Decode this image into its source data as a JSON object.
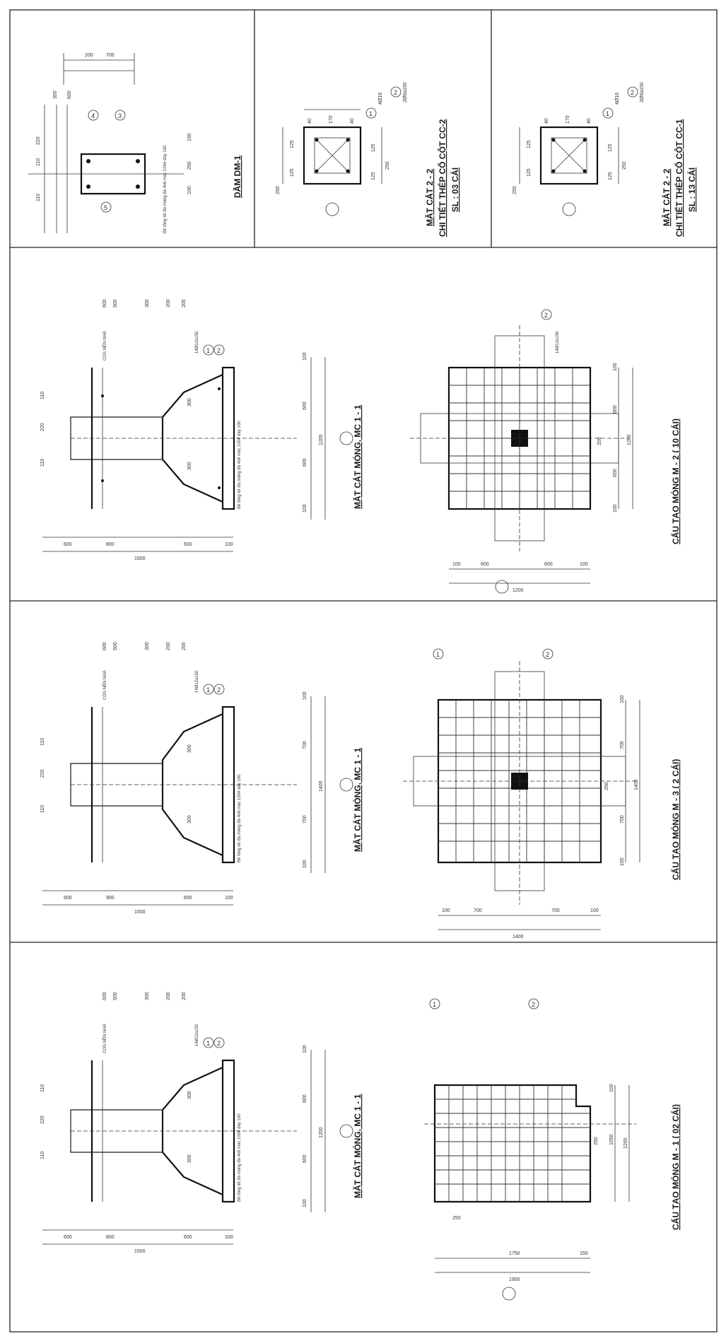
{
  "panels": {
    "dm1": {
      "title": "DẦM DM-1",
      "dims": [
        "110",
        "220",
        "110",
        "190",
        "250",
        "100",
        "300",
        "600",
        "700",
        "200"
      ],
      "bar_labels": [
        "4",
        "3",
        "5"
      ],
      "note": "Bê tông lót đá móng đá 4x6 mác 100# dày 100"
    },
    "cc2": {
      "title": "MẶT CẮT 2 - 2",
      "subtitle": "CHI TIẾT THÉP CỔ CỘT CC-2",
      "qty": "SL : 03 CÁI",
      "bars": [
        "4Ø16",
        "2Ø6a150"
      ],
      "markers": [
        "1",
        "2"
      ],
      "dims": [
        "250",
        "125",
        "125",
        "40",
        "170",
        "40",
        "250",
        "125",
        "125"
      ]
    },
    "cc1": {
      "title": "MẶT CẮT 2 - 2",
      "subtitle": "CHI TIẾT THÉP CỔ CỘT CC-1",
      "qty": "SL : 13 CÁI",
      "bars": [
        "4Ø16",
        "2Ø6a150"
      ],
      "markers": [
        "1",
        "2"
      ],
      "dims": [
        "250",
        "125",
        "125",
        "40",
        "170",
        "40",
        "250",
        "125",
        "125"
      ]
    },
    "mc11_a": {
      "section_title": "MẶT CẮT MÓNG, MC 1 - 1",
      "plan_title": "CẤU TẠO MÓNG M - 2 ( 10 CÁI)",
      "level": "COS NỀN NHÀ",
      "bar_note": "14Ø12a150",
      "note": "Bê tông lót đá móng đá 4x6 mác 100# dày 100",
      "section_dims": [
        "100",
        "600",
        "600",
        "100",
        "1200",
        "110",
        "220",
        "110",
        "600",
        "800",
        "600",
        "100",
        "1500",
        "300",
        "300",
        "600",
        "500",
        "300",
        "200",
        "200"
      ],
      "plan_dims": [
        "100",
        "600",
        "600",
        "100",
        "1200",
        "250",
        "100",
        "600",
        "600",
        "100",
        "1200"
      ],
      "markers": [
        "1",
        "2"
      ]
    },
    "mc11_b": {
      "section_title": "MẶT CẮT MÓNG, MC 1 - 1",
      "plan_title": "CẤU TẠO MÓNG M - 3 ( 2 CÁI)",
      "level": "COS NỀN NHÀ",
      "bar_note": "14Ø12a150",
      "note": "Bê tông lót đá móng đá 4x6 mác 100# dày 100",
      "section_dims": [
        "100",
        "700",
        "700",
        "100",
        "1400",
        "110",
        "220",
        "110",
        "600",
        "900",
        "600",
        "100",
        "1500",
        "300",
        "300",
        "600",
        "500",
        "300",
        "200",
        "200"
      ],
      "plan_dims": [
        "100",
        "700",
        "700",
        "100",
        "1400",
        "250",
        "100",
        "700",
        "700",
        "100",
        "1400"
      ],
      "markers": [
        "1",
        "2"
      ]
    },
    "mc11_c": {
      "section_title": "MẶT CẮT MÓNG, MC 1 - 1",
      "plan_title": "CẤU TẠO MÓNG M - 1 ( 02 CÁI)",
      "level": "COS NỀN NHÀ",
      "bar_note": "14Ø12a150",
      "note": "Bê tông lót đá móng đá 4x6 mác 100# dày 100",
      "section_dims": [
        "100",
        "600",
        "600",
        "100",
        "1200",
        "110",
        "220",
        "110",
        "600",
        "800",
        "600",
        "100",
        "1500",
        "300",
        "300",
        "600",
        "500",
        "300",
        "200",
        "200"
      ],
      "plan_dims": [
        "100",
        "1050",
        "1200",
        "250",
        "1900",
        "1750",
        "150",
        "250"
      ],
      "markers": [
        "1",
        "2"
      ]
    }
  }
}
